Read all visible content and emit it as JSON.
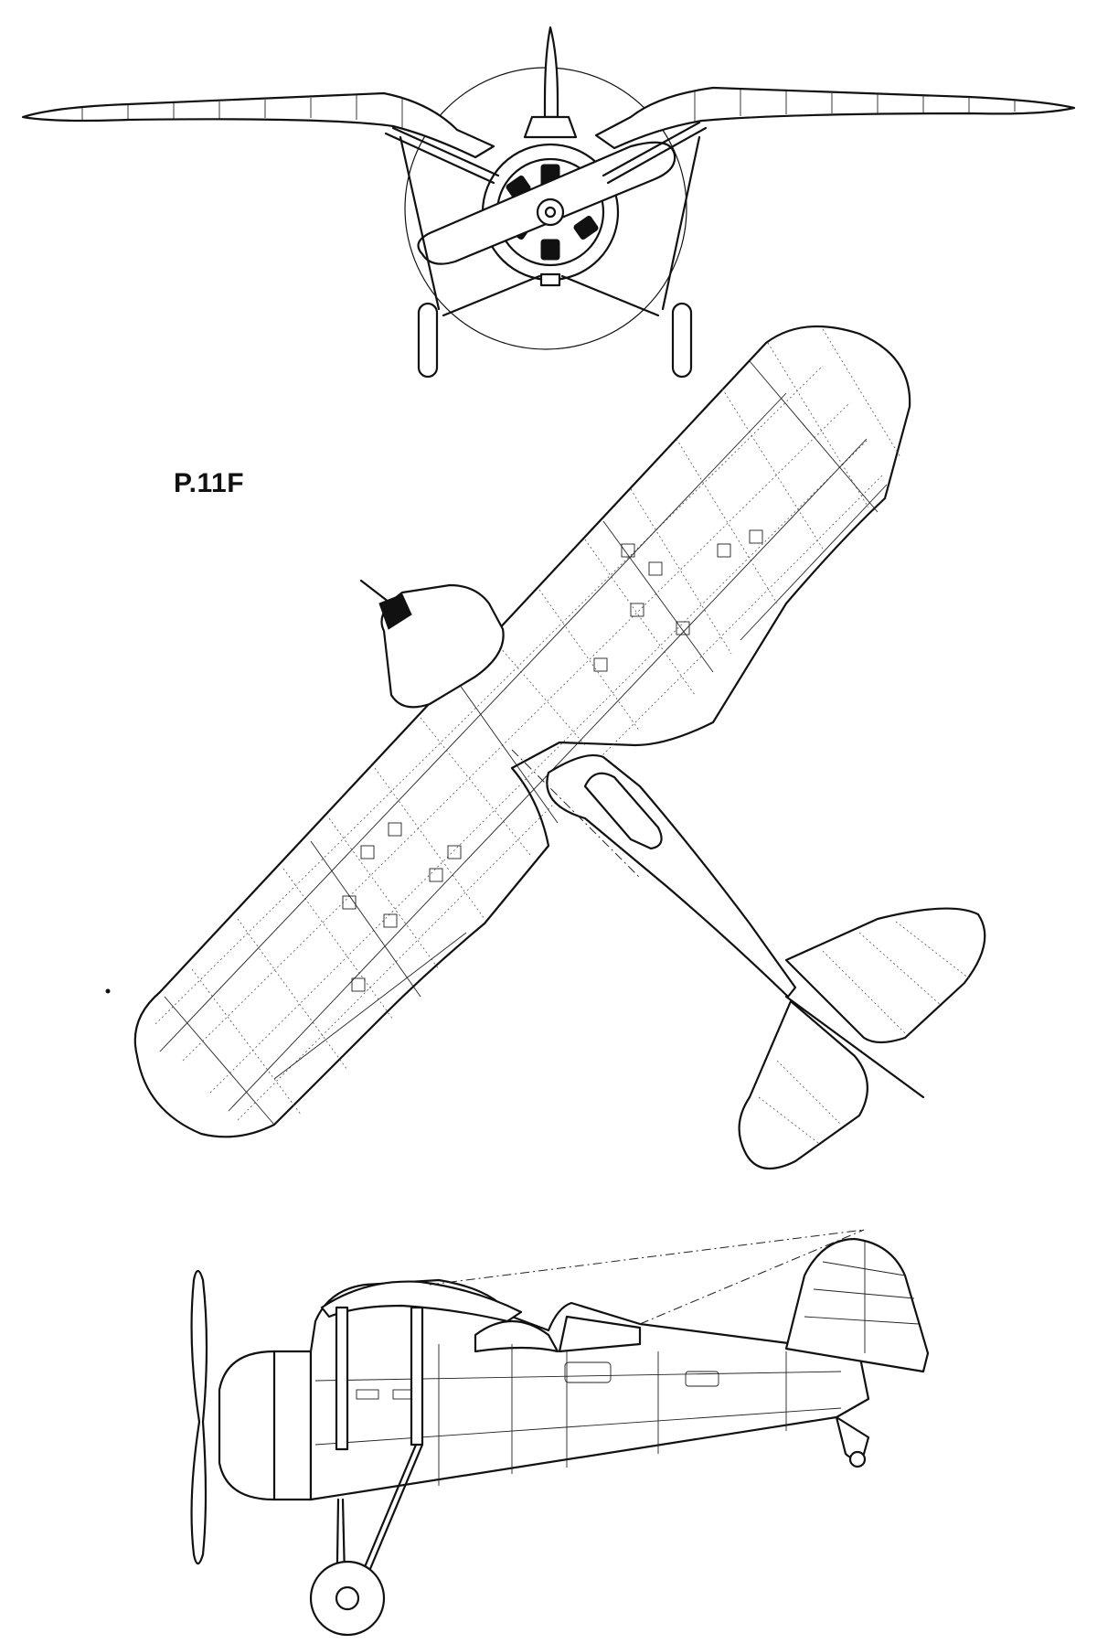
{
  "label": "P.11F",
  "colors": {
    "ink": "#111111",
    "paper": "#ffffff"
  },
  "views": [
    "front-view",
    "top-view",
    "side-view"
  ]
}
